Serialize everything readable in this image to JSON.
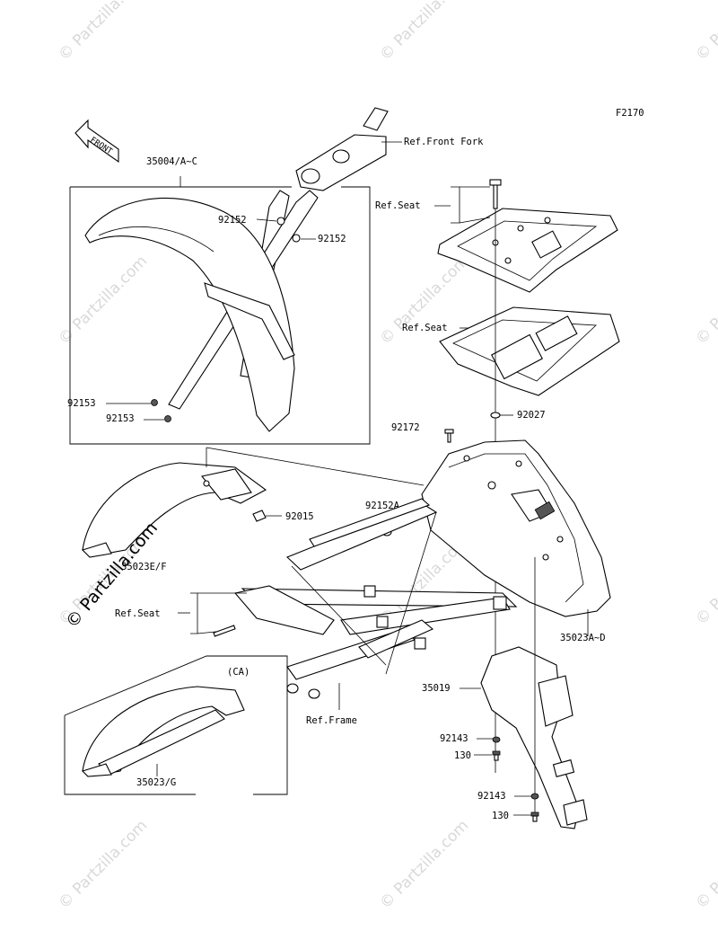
{
  "figure_code": "F2170",
  "front_label": "FRONT",
  "copyright": "© Partzilla.com",
  "watermark_text": "© Partzilla.com",
  "variant_tag": "(CA)",
  "callouts": {
    "ref_front_fork": "Ref.Front Fork",
    "front_fender_assy": "35004/A~C",
    "washer_92152_a": "92152",
    "washer_92152_b": "92152",
    "nut_92153_a": "92153",
    "nut_92153_b": "92153",
    "ref_seat_top": "Ref.Seat",
    "ref_seat_mid": "Ref.Seat",
    "washer_92027": "92027",
    "bolt_92172": "92172",
    "washer_92152a": "92152A",
    "clip_92015": "92015",
    "inner_fender_ef": "35023E/F",
    "rear_fender_ad": "35023A~D",
    "ref_seat_frame": "Ref.Seat",
    "flap_35019": "35019",
    "ref_frame": "Ref.Frame",
    "washer_92143_a": "92143",
    "bolt_130_a": "130",
    "washer_92143_b": "92143",
    "bolt_130_b": "130",
    "inner_fender_g": "35023/G"
  }
}
